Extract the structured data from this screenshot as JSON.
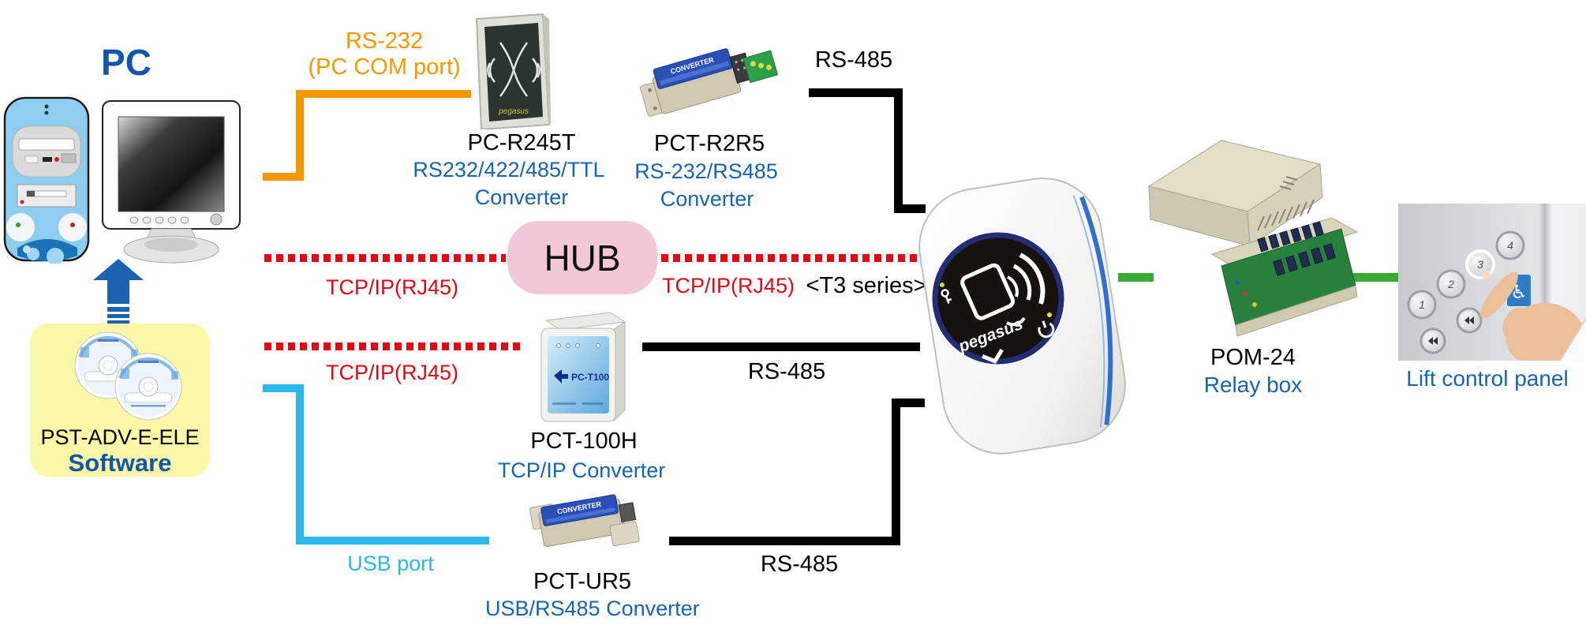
{
  "colors": {
    "blue_text": "#1565b0",
    "orange": "#f49800",
    "red": "#e30613",
    "cyan": "#2bb7e8",
    "green": "#3aaa35",
    "hub_pink": "#f3c7da",
    "software_yellow": "#faf7a8"
  },
  "pc": {
    "label": "PC"
  },
  "software": {
    "name": "PST-ADV-E-ELE",
    "type": "Software"
  },
  "hub": {
    "label": "HUB"
  },
  "reader": {
    "series": "<T3 series>",
    "brand": "pegasus"
  },
  "links": {
    "rs232_line1": "RS-232",
    "rs232_line2": "(PC COM port)",
    "rs485_top": "RS-485",
    "rs485_mid": "RS-485",
    "rs485_bottom": "RS-485",
    "tcpip_hub_left": "TCP/IP(RJ45)",
    "tcpip_hub_right": "TCP/IP(RJ45)",
    "tcpip_mid": "TCP/IP(RJ45)",
    "usb": "USB port"
  },
  "devices": {
    "pc_r245t": {
      "name": "PC-R245T",
      "desc1": "RS232/422/485/TTL",
      "desc2": "Converter",
      "brand": "pegasus"
    },
    "pct_r2r5": {
      "name": "PCT-R2R5",
      "desc1": "RS-232/RS485",
      "desc2": "Converter",
      "label": "CONVERTER"
    },
    "pct_100h": {
      "name": "PCT-100H",
      "desc": "TCP/IP  Converter",
      "label": "PC-T100"
    },
    "pct_ur5": {
      "name": "PCT-UR5",
      "desc": "USB/RS485  Converter",
      "label": "CONVERTER"
    },
    "pom_24": {
      "name": "POM-24",
      "desc": "Relay box"
    },
    "lift": {
      "label": "Lift control panel",
      "buttons": [
        "1",
        "2",
        "3",
        "4"
      ]
    }
  }
}
